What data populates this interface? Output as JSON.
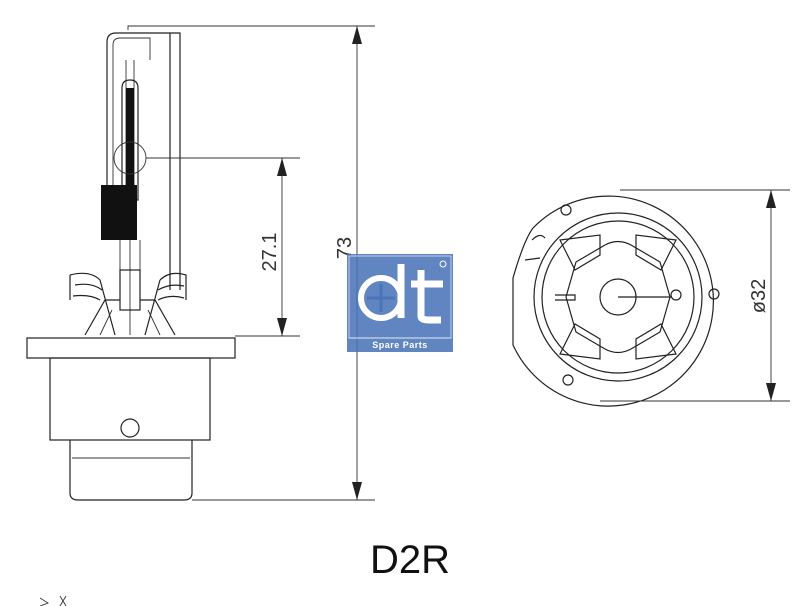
{
  "dimensions": {
    "overall_length": "73",
    "arc_height": "27.1",
    "base_diameter": "ø32"
  },
  "logo": {
    "caption": "Spare Parts",
    "color": "#4a74b8"
  },
  "model": "D2R"
}
